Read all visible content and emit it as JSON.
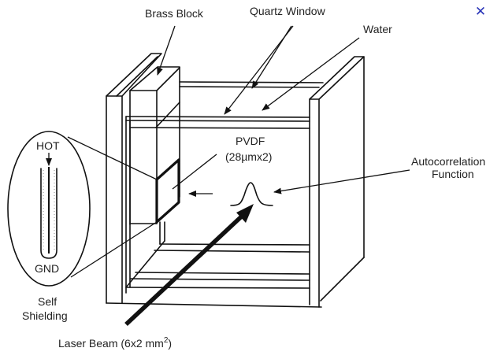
{
  "figure": {
    "labels": {
      "brass_block": "Brass Block",
      "quartz_window": "Quartz Window",
      "water": "Water",
      "pvdf": "PVDF",
      "pvdf_spec": "(28µmx2)",
      "autocorrelation_line1": "Autocorrelation",
      "autocorrelation_line2": "Function",
      "hot": "HOT",
      "gnd": "GND",
      "self_shielding_line1": "Self",
      "self_shielding_line2": "Shielding",
      "laser_beam": "Laser Beam (6x2 mm",
      "laser_beam_sup": "2",
      "laser_beam_close": ")"
    }
  },
  "controls": {
    "close_icon": "✕"
  },
  "colors": {
    "close_icon": "#2a35b8",
    "ink": "#111111"
  }
}
